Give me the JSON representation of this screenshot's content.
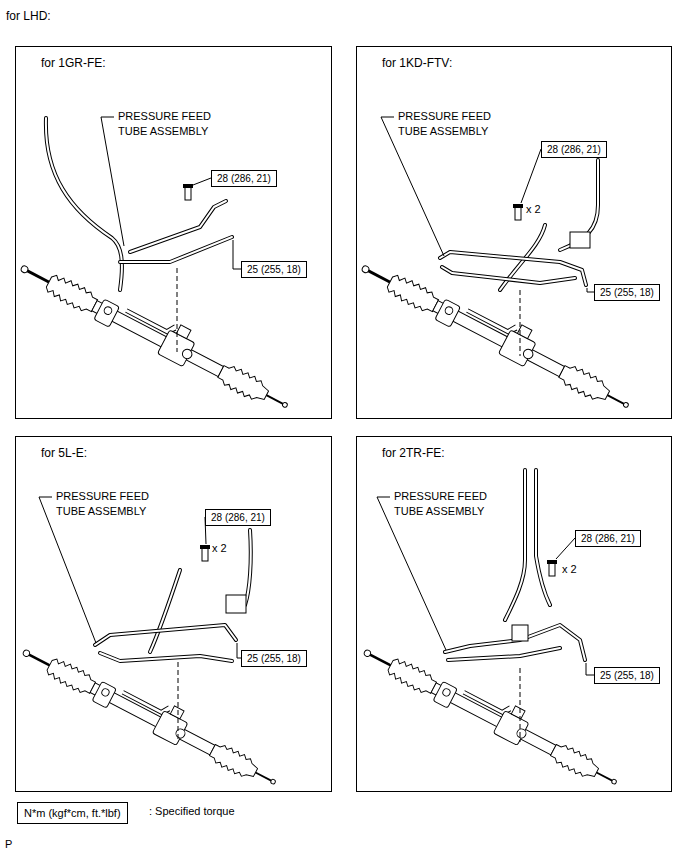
{
  "diagram": {
    "title": "for LHD:",
    "nodes": [
      {
        "text": [
          "for 1GR-FE:"
        ]
      },
      {
        "text": [
          "28 (286, 21)"
        ],
        "in": 0
      },
      {
        "text": [
          "25 (255, 18)"
        ],
        "in": 0
      },
      {
        "text": [
          "for 1KD-FTV:"
        ]
      },
      {
        "text": [
          "28 (286, 21)"
        ],
        "in": 3
      },
      {
        "text": [
          "25 (255, 18)"
        ],
        "in": 3
      },
      {
        "text": [
          "for 5L-E:"
        ]
      },
      {
        "text": [
          "28 (286, 21)"
        ],
        "in": 6
      },
      {
        "text": [
          "25 (255, 18)"
        ],
        "in": 6
      },
      {
        "text": [
          "for 2TR-FE:"
        ]
      },
      {
        "text": [
          "28 (286, 21)"
        ],
        "in": 9
      },
      {
        "text": [
          "25 (255, 18)"
        ],
        "in": 9
      },
      {
        "text": [
          "N*m (kgf*cm, ft.*lbf)"
        ]
      }
    ],
    "labels": [
      "PRESSURE FEED TUBE ASSEMBLY",
      "PRESSURE FEED TUBE ASSEMBLY",
      "x 2",
      "PRESSURE FEED TUBE ASSEMBLY",
      "x 2",
      "PRESSURE FEED TUBE ASSEMBLY",
      "x 2",
      ": Specified torque",
      "P"
    ]
  }
}
